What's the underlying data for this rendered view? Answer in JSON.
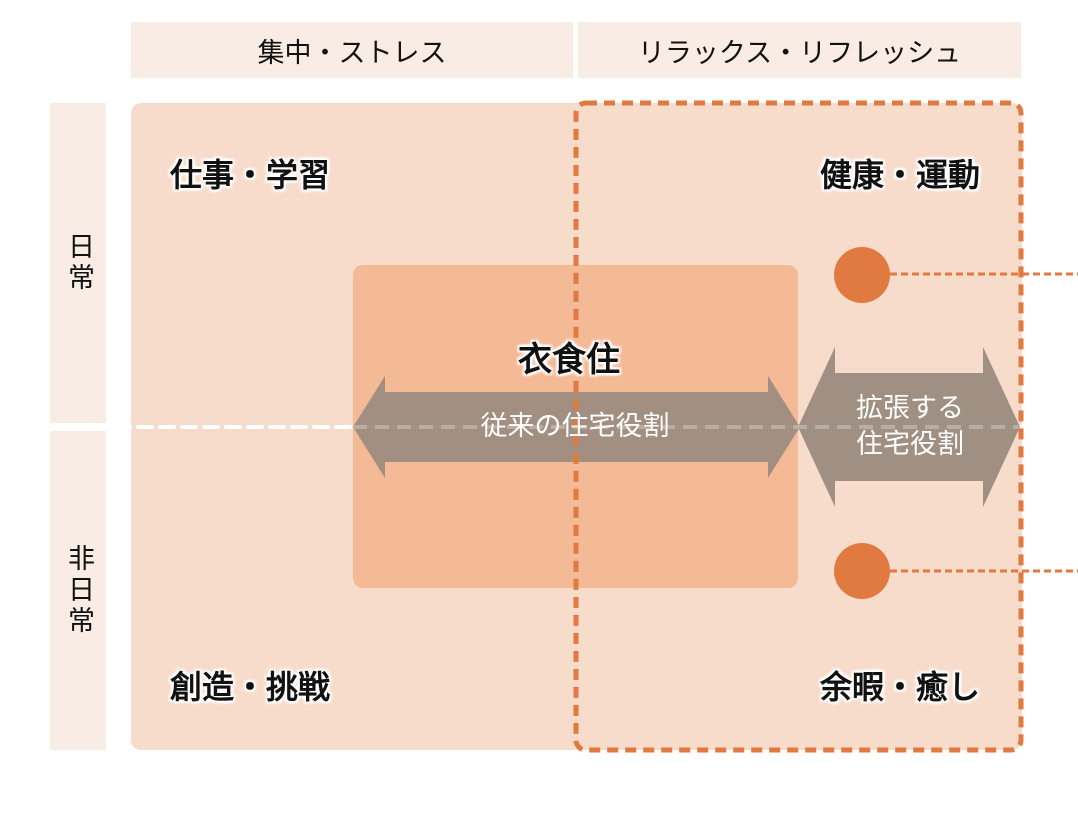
{
  "columns": {
    "left": "集中・ストレス",
    "right": "リラックス・リフレッシュ"
  },
  "rows": {
    "top": "日常",
    "bottom": "非日常"
  },
  "quadrants": {
    "top_left": "仕事・学習",
    "top_right": "健康・運動",
    "bottom_left": "創造・挑戦",
    "bottom_right": "余暇・癒し"
  },
  "center": {
    "label": "衣食住"
  },
  "arrows": {
    "traditional": "従来の住宅役割",
    "expanding_line1": "拡張する",
    "expanding_line2": "住宅役割"
  },
  "colors": {
    "header_bg": "#f8ece4",
    "area_bg": "#f8dccb",
    "core_bg": "#f4b995",
    "accent": "#e07a40",
    "arrow": "#a09083"
  }
}
